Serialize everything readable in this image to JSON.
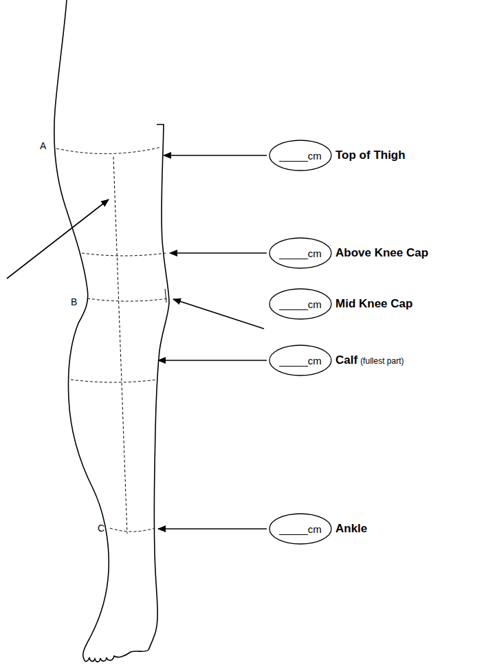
{
  "diagram": {
    "nodes": [
      {
        "text": [
          "_____cm",
          "Top of Thigh"
        ]
      },
      {
        "text": [
          "_____cm",
          "Above Knee Cap"
        ]
      },
      {
        "text": [
          "_____cm",
          "Mid Knee Cap"
        ]
      },
      {
        "text": [
          "_____cm",
          "Calf",
          "(fullest part)"
        ]
      },
      {
        "text": [
          "_____cm",
          "Ankle"
        ]
      }
    ],
    "labels": [
      "A",
      "B",
      "C"
    ]
  }
}
